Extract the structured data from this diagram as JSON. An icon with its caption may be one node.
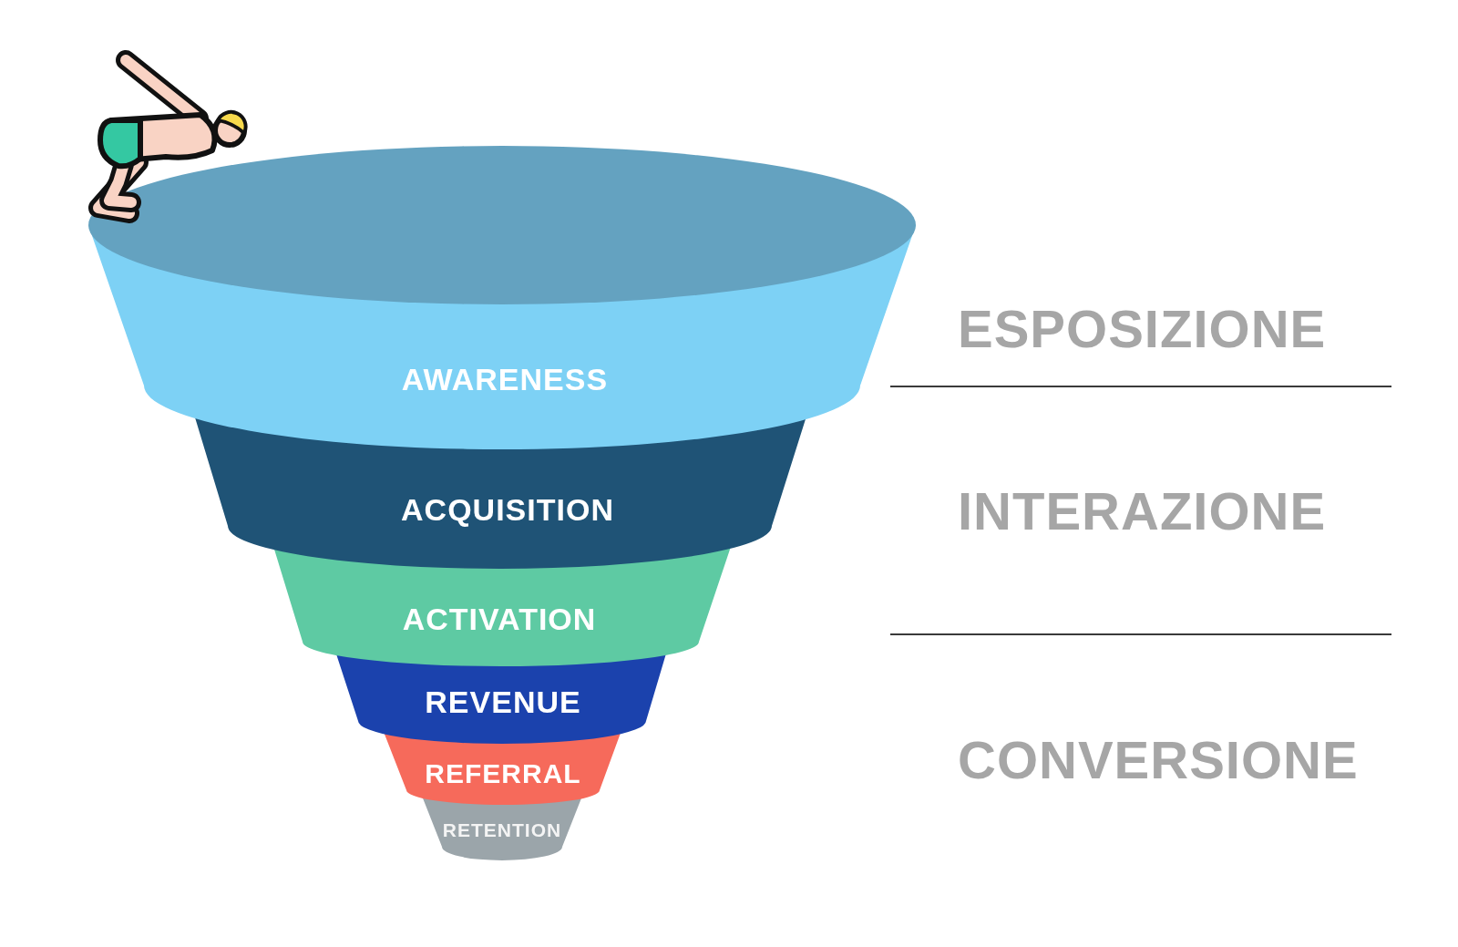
{
  "diagram": {
    "nodes": [
      {
        "text": [
          "AWARENESS"
        ]
      },
      {
        "text": [
          "ACQUISITION"
        ]
      },
      {
        "text": [
          "ACTIVATION"
        ]
      },
      {
        "text": [
          "REVENUE"
        ]
      },
      {
        "text": [
          "REFERRAL"
        ]
      },
      {
        "text": [
          "RETENTION"
        ]
      }
    ],
    "labels": [
      "ESPOSIZIONE",
      "INTERAZIONE",
      "CONVERSIONE"
    ]
  }
}
